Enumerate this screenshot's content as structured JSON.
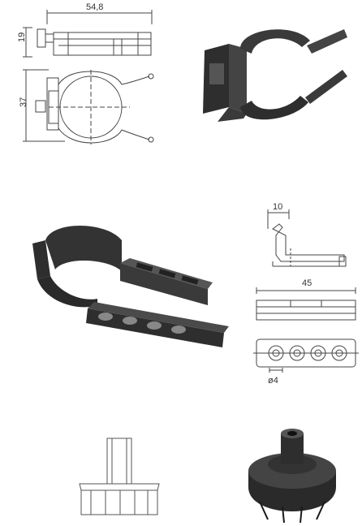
{
  "dimensions": {
    "clip_width": "54,8",
    "clip_height": "19",
    "clip_depth": "37",
    "strip_offset": "10",
    "strip_length": "45",
    "hole_diameter": "ø4"
  },
  "colors": {
    "line": "#444444",
    "part": "#2e2e2e",
    "part_light": "#5a5a5a"
  }
}
